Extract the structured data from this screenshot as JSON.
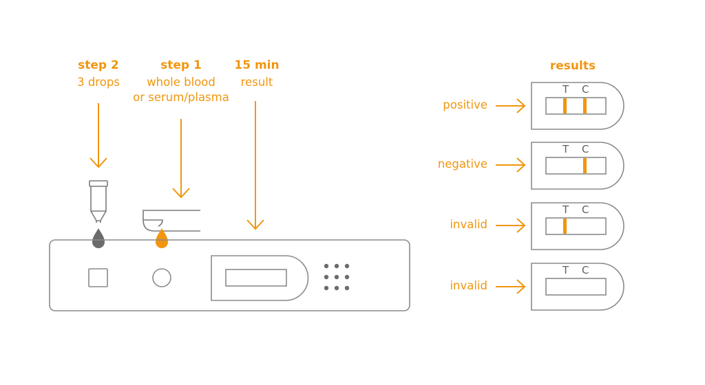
{
  "colors": {
    "accent": "#f0960f",
    "line": "#8a8a8a",
    "dark": "#6b6b6b"
  },
  "steps": [
    {
      "title": "step 2",
      "text": [
        "3 drops"
      ]
    },
    {
      "title": "step 1",
      "text": [
        "whole blood",
        "or serum/plasma"
      ]
    },
    {
      "title": "15 min",
      "text": [
        "result"
      ]
    }
  ],
  "results": {
    "title": "results",
    "t_label": "T",
    "c_label": "C",
    "items": [
      {
        "label": "positive",
        "t_line": true,
        "c_line": true
      },
      {
        "label": "negative",
        "t_line": false,
        "c_line": true
      },
      {
        "label": "invalid",
        "t_line": true,
        "c_line": false
      },
      {
        "label": "invalid",
        "t_line": false,
        "c_line": false
      }
    ]
  }
}
